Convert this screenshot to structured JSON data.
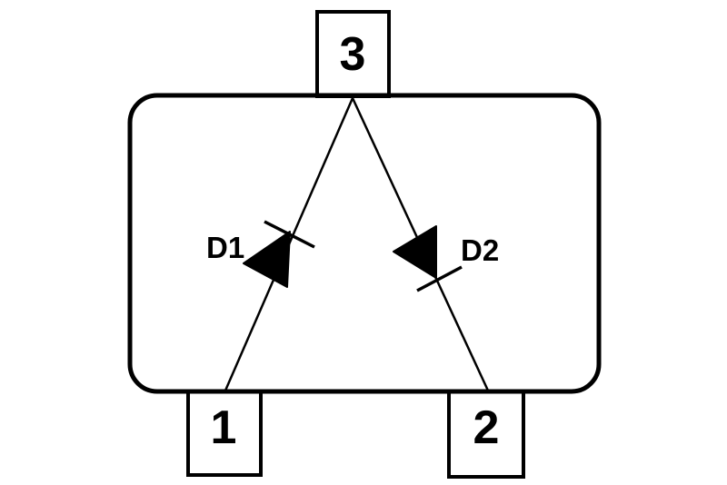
{
  "diagram": {
    "type": "dual-diode-package-pinout",
    "pins": {
      "pin1": "1",
      "pin2": "2",
      "pin3": "3"
    },
    "diodes": {
      "d1": "D1",
      "d2": "D2"
    },
    "colors": {
      "stroke": "#000000",
      "background": "#ffffff"
    }
  }
}
